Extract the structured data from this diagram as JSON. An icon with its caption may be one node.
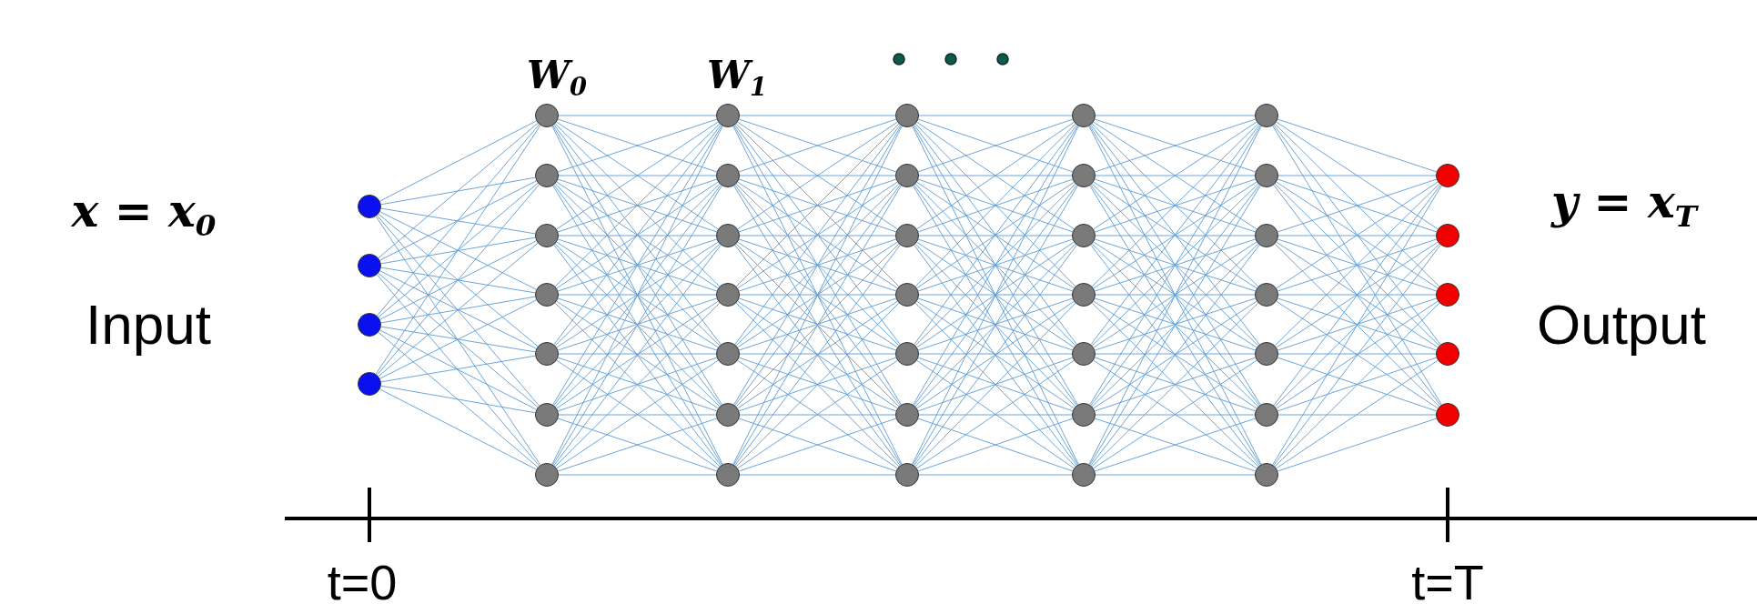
{
  "diagram": {
    "nodes": [
      {
        "text": [],
        "shape": "circle"
      },
      {
        "text": [],
        "shape": "circle"
      },
      {
        "text": [],
        "shape": "circle"
      },
      {
        "text": [],
        "shape": "circle"
      },
      {
        "text": [],
        "shape": "circle"
      },
      {
        "text": [],
        "shape": "circle"
      },
      {
        "text": [],
        "shape": "circle"
      },
      {
        "text": [],
        "shape": "circle"
      },
      {
        "text": [],
        "shape": "circle"
      },
      {
        "text": [],
        "shape": "circle"
      },
      {
        "text": [],
        "shape": "circle"
      },
      {
        "text": [],
        "shape": "circle"
      },
      {
        "text": [],
        "shape": "circle"
      },
      {
        "text": [],
        "shape": "circle"
      },
      {
        "text": [],
        "shape": "circle"
      },
      {
        "text": [],
        "shape": "circle"
      },
      {
        "text": [],
        "shape": "circle"
      },
      {
        "text": [],
        "shape": "circle"
      },
      {
        "text": [],
        "shape": "circle"
      },
      {
        "text": [],
        "shape": "circle"
      },
      {
        "text": [],
        "shape": "circle"
      },
      {
        "text": [],
        "shape": "circle"
      },
      {
        "text": [],
        "shape": "circle"
      },
      {
        "text": [],
        "shape": "circle"
      },
      {
        "text": [],
        "shape": "circle"
      },
      {
        "text": [],
        "shape": "circle"
      },
      {
        "text": [],
        "shape": "circle"
      },
      {
        "text": [],
        "shape": "circle"
      },
      {
        "text": [],
        "shape": "circle"
      },
      {
        "text": [],
        "shape": "circle"
      },
      {
        "text": [],
        "shape": "circle"
      },
      {
        "text": [],
        "shape": "circle"
      },
      {
        "text": [],
        "shape": "circle"
      },
      {
        "text": [],
        "shape": "circle"
      },
      {
        "text": [],
        "shape": "circle"
      },
      {
        "text": [],
        "shape": "circle"
      },
      {
        "text": [],
        "shape": "circle"
      },
      {
        "text": [],
        "shape": "circle"
      },
      {
        "text": [],
        "shape": "circle"
      },
      {
        "text": [],
        "shape": "circle"
      },
      {
        "text": [],
        "shape": "circle"
      },
      {
        "text": [],
        "shape": "circle"
      },
      {
        "text": [],
        "shape": "circle"
      },
      {
        "text": [],
        "shape": "circle"
      }
    ],
    "edges": [
      {
        "from": 0,
        "to": 4,
        "arrow": "none"
      },
      {
        "from": 0,
        "to": 5,
        "arrow": "none"
      },
      {
        "from": 0,
        "to": 6,
        "arrow": "none"
      },
      {
        "from": 0,
        "to": 7,
        "arrow": "none"
      },
      {
        "from": 0,
        "to": 8,
        "arrow": "none"
      },
      {
        "from": 0,
        "to": 9,
        "arrow": "none"
      },
      {
        "from": 0,
        "to": 10,
        "arrow": "none"
      },
      {
        "from": 1,
        "to": 4,
        "arrow": "none"
      },
      {
        "from": 1,
        "to": 5,
        "arrow": "none"
      },
      {
        "from": 1,
        "to": 6,
        "arrow": "none"
      },
      {
        "from": 1,
        "to": 7,
        "arrow": "none"
      },
      {
        "from": 1,
        "to": 8,
        "arrow": "none"
      },
      {
        "from": 1,
        "to": 9,
        "arrow": "none"
      },
      {
        "from": 1,
        "to": 10,
        "arrow": "none"
      },
      {
        "from": 2,
        "to": 4,
        "arrow": "none"
      },
      {
        "from": 2,
        "to": 5,
        "arrow": "none"
      },
      {
        "from": 2,
        "to": 6,
        "arrow": "none"
      },
      {
        "from": 2,
        "to": 7,
        "arrow": "none"
      },
      {
        "from": 2,
        "to": 8,
        "arrow": "none"
      },
      {
        "from": 2,
        "to": 9,
        "arrow": "none"
      },
      {
        "from": 2,
        "to": 10,
        "arrow": "none"
      },
      {
        "from": 3,
        "to": 4,
        "arrow": "none"
      },
      {
        "from": 3,
        "to": 5,
        "arrow": "none"
      },
      {
        "from": 3,
        "to": 6,
        "arrow": "none"
      },
      {
        "from": 3,
        "to": 7,
        "arrow": "none"
      },
      {
        "from": 3,
        "to": 8,
        "arrow": "none"
      },
      {
        "from": 3,
        "to": 9,
        "arrow": "none"
      },
      {
        "from": 3,
        "to": 10,
        "arrow": "none"
      },
      {
        "from": 4,
        "to": 11,
        "arrow": "none"
      },
      {
        "from": 4,
        "to": 12,
        "arrow": "none"
      },
      {
        "from": 4,
        "to": 13,
        "arrow": "none"
      },
      {
        "from": 4,
        "to": 14,
        "arrow": "none"
      },
      {
        "from": 4,
        "to": 15,
        "arrow": "none"
      },
      {
        "from": 4,
        "to": 16,
        "arrow": "none"
      },
      {
        "from": 4,
        "to": 17,
        "arrow": "none"
      },
      {
        "from": 5,
        "to": 11,
        "arrow": "none"
      },
      {
        "from": 5,
        "to": 12,
        "arrow": "none"
      },
      {
        "from": 5,
        "to": 13,
        "arrow": "none"
      },
      {
        "from": 5,
        "to": 14,
        "arrow": "none"
      },
      {
        "from": 5,
        "to": 15,
        "arrow": "none"
      },
      {
        "from": 5,
        "to": 16,
        "arrow": "none"
      },
      {
        "from": 5,
        "to": 17,
        "arrow": "none"
      },
      {
        "from": 6,
        "to": 11,
        "arrow": "none"
      },
      {
        "from": 6,
        "to": 12,
        "arrow": "none"
      },
      {
        "from": 6,
        "to": 13,
        "arrow": "none"
      },
      {
        "from": 6,
        "to": 14,
        "arrow": "none"
      },
      {
        "from": 6,
        "to": 15,
        "arrow": "none"
      },
      {
        "from": 6,
        "to": 16,
        "arrow": "none"
      },
      {
        "from": 6,
        "to": 17,
        "arrow": "none"
      },
      {
        "from": 7,
        "to": 11,
        "arrow": "none"
      },
      {
        "from": 7,
        "to": 12,
        "arrow": "none"
      },
      {
        "from": 7,
        "to": 13,
        "arrow": "none"
      },
      {
        "from": 7,
        "to": 14,
        "arrow": "none"
      },
      {
        "from": 7,
        "to": 15,
        "arrow": "none"
      },
      {
        "from": 7,
        "to": 16,
        "arrow": "none"
      },
      {
        "from": 7,
        "to": 17,
        "arrow": "none"
      },
      {
        "from": 8,
        "to": 11,
        "arrow": "none"
      },
      {
        "from": 8,
        "to": 12,
        "arrow": "none"
      },
      {
        "from": 8,
        "to": 13,
        "arrow": "none"
      },
      {
        "from": 8,
        "to": 14,
        "arrow": "none"
      },
      {
        "from": 8,
        "to": 15,
        "arrow": "none"
      },
      {
        "from": 8,
        "to": 16,
        "arrow": "none"
      },
      {
        "from": 8,
        "to": 17,
        "arrow": "none"
      },
      {
        "from": 9,
        "to": 11,
        "arrow": "none"
      },
      {
        "from": 9,
        "to": 12,
        "arrow": "none"
      },
      {
        "from": 9,
        "to": 13,
        "arrow": "none"
      },
      {
        "from": 9,
        "to": 14,
        "arrow": "none"
      },
      {
        "from": 9,
        "to": 15,
        "arrow": "none"
      },
      {
        "from": 9,
        "to": 16,
        "arrow": "none"
      },
      {
        "from": 9,
        "to": 17,
        "arrow": "none"
      },
      {
        "from": 10,
        "to": 11,
        "arrow": "none"
      },
      {
        "from": 10,
        "to": 12,
        "arrow": "none"
      },
      {
        "from": 10,
        "to": 13,
        "arrow": "none"
      },
      {
        "from": 10,
        "to": 14,
        "arrow": "none"
      },
      {
        "from": 10,
        "to": 15,
        "arrow": "none"
      },
      {
        "from": 10,
        "to": 16,
        "arrow": "none"
      },
      {
        "from": 10,
        "to": 17,
        "arrow": "none"
      },
      {
        "from": 11,
        "to": 18,
        "arrow": "none"
      },
      {
        "from": 11,
        "to": 19,
        "arrow": "none"
      },
      {
        "from": 11,
        "to": 20,
        "arrow": "none"
      },
      {
        "from": 11,
        "to": 21,
        "arrow": "none"
      },
      {
        "from": 11,
        "to": 22,
        "arrow": "none"
      },
      {
        "from": 11,
        "to": 23,
        "arrow": "none"
      },
      {
        "from": 11,
        "to": 24,
        "arrow": "none"
      },
      {
        "from": 12,
        "to": 18,
        "arrow": "none"
      },
      {
        "from": 12,
        "to": 19,
        "arrow": "none"
      },
      {
        "from": 12,
        "to": 20,
        "arrow": "none"
      },
      {
        "from": 12,
        "to": 21,
        "arrow": "none"
      },
      {
        "from": 12,
        "to": 22,
        "arrow": "none"
      },
      {
        "from": 12,
        "to": 23,
        "arrow": "none"
      },
      {
        "from": 12,
        "to": 24,
        "arrow": "none"
      },
      {
        "from": 13,
        "to": 18,
        "arrow": "none"
      },
      {
        "from": 13,
        "to": 19,
        "arrow": "none"
      },
      {
        "from": 13,
        "to": 20,
        "arrow": "none"
      },
      {
        "from": 13,
        "to": 21,
        "arrow": "none"
      },
      {
        "from": 13,
        "to": 22,
        "arrow": "none"
      },
      {
        "from": 13,
        "to": 23,
        "arrow": "none"
      },
      {
        "from": 13,
        "to": 24,
        "arrow": "none"
      },
      {
        "from": 14,
        "to": 18,
        "arrow": "none"
      },
      {
        "from": 14,
        "to": 19,
        "arrow": "none"
      },
      {
        "from": 14,
        "to": 20,
        "arrow": "none"
      },
      {
        "from": 14,
        "to": 21,
        "arrow": "none"
      },
      {
        "from": 14,
        "to": 22,
        "arrow": "none"
      },
      {
        "from": 14,
        "to": 23,
        "arrow": "none"
      },
      {
        "from": 14,
        "to": 24,
        "arrow": "none"
      },
      {
        "from": 15,
        "to": 18,
        "arrow": "none"
      },
      {
        "from": 15,
        "to": 19,
        "arrow": "none"
      },
      {
        "from": 15,
        "to": 20,
        "arrow": "none"
      },
      {
        "from": 15,
        "to": 21,
        "arrow": "none"
      },
      {
        "from": 15,
        "to": 22,
        "arrow": "none"
      },
      {
        "from": 15,
        "to": 23,
        "arrow": "none"
      },
      {
        "from": 15,
        "to": 24,
        "arrow": "none"
      },
      {
        "from": 16,
        "to": 18,
        "arrow": "none"
      },
      {
        "from": 16,
        "to": 19,
        "arrow": "none"
      },
      {
        "from": 16,
        "to": 20,
        "arrow": "none"
      },
      {
        "from": 16,
        "to": 21,
        "arrow": "none"
      },
      {
        "from": 16,
        "to": 22,
        "arrow": "none"
      },
      {
        "from": 16,
        "to": 23,
        "arrow": "none"
      },
      {
        "from": 16,
        "to": 24,
        "arrow": "none"
      },
      {
        "from": 17,
        "to": 18,
        "arrow": "none"
      },
      {
        "from": 17,
        "to": 19,
        "arrow": "none"
      },
      {
        "from": 17,
        "to": 20,
        "arrow": "none"
      },
      {
        "from": 17,
        "to": 21,
        "arrow": "none"
      },
      {
        "from": 17,
        "to": 22,
        "arrow": "none"
      },
      {
        "from": 17,
        "to": 23,
        "arrow": "none"
      },
      {
        "from": 17,
        "to": 24,
        "arrow": "none"
      },
      {
        "from": 18,
        "to": 25,
        "arrow": "none"
      },
      {
        "from": 18,
        "to": 26,
        "arrow": "none"
      },
      {
        "from": 18,
        "to": 27,
        "arrow": "none"
      },
      {
        "from": 18,
        "to": 28,
        "arrow": "none"
      },
      {
        "from": 18,
        "to": 29,
        "arrow": "none"
      },
      {
        "from": 18,
        "to": 30,
        "arrow": "none"
      },
      {
        "from": 18,
        "to": 31,
        "arrow": "none"
      },
      {
        "from": 19,
        "to": 25,
        "arrow": "none"
      },
      {
        "from": 19,
        "to": 26,
        "arrow": "none"
      },
      {
        "from": 19,
        "to": 27,
        "arrow": "none"
      },
      {
        "from": 19,
        "to": 28,
        "arrow": "none"
      },
      {
        "from": 19,
        "to": 29,
        "arrow": "none"
      },
      {
        "from": 19,
        "to": 30,
        "arrow": "none"
      },
      {
        "from": 19,
        "to": 31,
        "arrow": "none"
      },
      {
        "from": 20,
        "to": 25,
        "arrow": "none"
      },
      {
        "from": 20,
        "to": 26,
        "arrow": "none"
      },
      {
        "from": 20,
        "to": 27,
        "arrow": "none"
      },
      {
        "from": 20,
        "to": 28,
        "arrow": "none"
      },
      {
        "from": 20,
        "to": 29,
        "arrow": "none"
      },
      {
        "from": 20,
        "to": 30,
        "arrow": "none"
      },
      {
        "from": 20,
        "to": 31,
        "arrow": "none"
      },
      {
        "from": 21,
        "to": 25,
        "arrow": "none"
      },
      {
        "from": 21,
        "to": 26,
        "arrow": "none"
      },
      {
        "from": 21,
        "to": 27,
        "arrow": "none"
      },
      {
        "from": 21,
        "to": 28,
        "arrow": "none"
      },
      {
        "from": 21,
        "to": 29,
        "arrow": "none"
      },
      {
        "from": 21,
        "to": 30,
        "arrow": "none"
      },
      {
        "from": 21,
        "to": 31,
        "arrow": "none"
      },
      {
        "from": 22,
        "to": 25,
        "arrow": "none"
      },
      {
        "from": 22,
        "to": 26,
        "arrow": "none"
      },
      {
        "from": 22,
        "to": 27,
        "arrow": "none"
      },
      {
        "from": 22,
        "to": 28,
        "arrow": "none"
      },
      {
        "from": 22,
        "to": 29,
        "arrow": "none"
      },
      {
        "from": 22,
        "to": 30,
        "arrow": "none"
      },
      {
        "from": 22,
        "to": 31,
        "arrow": "none"
      },
      {
        "from": 23,
        "to": 25,
        "arrow": "none"
      },
      {
        "from": 23,
        "to": 26,
        "arrow": "none"
      },
      {
        "from": 23,
        "to": 27,
        "arrow": "none"
      },
      {
        "from": 23,
        "to": 28,
        "arrow": "none"
      },
      {
        "from": 23,
        "to": 29,
        "arrow": "none"
      },
      {
        "from": 23,
        "to": 30,
        "arrow": "none"
      },
      {
        "from": 23,
        "to": 31,
        "arrow": "none"
      },
      {
        "from": 24,
        "to": 25,
        "arrow": "none"
      },
      {
        "from": 24,
        "to": 26,
        "arrow": "none"
      },
      {
        "from": 24,
        "to": 27,
        "arrow": "none"
      },
      {
        "from": 24,
        "to": 28,
        "arrow": "none"
      },
      {
        "from": 24,
        "to": 29,
        "arrow": "none"
      },
      {
        "from": 24,
        "to": 30,
        "arrow": "none"
      },
      {
        "from": 24,
        "to": 31,
        "arrow": "none"
      },
      {
        "from": 25,
        "to": 32,
        "arrow": "none"
      },
      {
        "from": 25,
        "to": 33,
        "arrow": "none"
      },
      {
        "from": 25,
        "to": 34,
        "arrow": "none"
      },
      {
        "from": 25,
        "to": 35,
        "arrow": "none"
      },
      {
        "from": 25,
        "to": 36,
        "arrow": "none"
      },
      {
        "from": 25,
        "to": 37,
        "arrow": "none"
      },
      {
        "from": 25,
        "to": 38,
        "arrow": "none"
      },
      {
        "from": 26,
        "to": 32,
        "arrow": "none"
      },
      {
        "from": 26,
        "to": 33,
        "arrow": "none"
      },
      {
        "from": 26,
        "to": 34,
        "arrow": "none"
      },
      {
        "from": 26,
        "to": 35,
        "arrow": "none"
      },
      {
        "from": 26,
        "to": 36,
        "arrow": "none"
      },
      {
        "from": 26,
        "to": 37,
        "arrow": "none"
      },
      {
        "from": 26,
        "to": 38,
        "arrow": "none"
      },
      {
        "from": 27,
        "to": 32,
        "arrow": "none"
      },
      {
        "from": 27,
        "to": 33,
        "arrow": "none"
      },
      {
        "from": 27,
        "to": 34,
        "arrow": "none"
      },
      {
        "from": 27,
        "to": 35,
        "arrow": "none"
      },
      {
        "from": 27,
        "to": 36,
        "arrow": "none"
      },
      {
        "from": 27,
        "to": 37,
        "arrow": "none"
      },
      {
        "from": 27,
        "to": 38,
        "arrow": "none"
      },
      {
        "from": 28,
        "to": 32,
        "arrow": "none"
      },
      {
        "from": 28,
        "to": 33,
        "arrow": "none"
      },
      {
        "from": 28,
        "to": 34,
        "arrow": "none"
      },
      {
        "from": 28,
        "to": 35,
        "arrow": "none"
      },
      {
        "from": 28,
        "to": 36,
        "arrow": "none"
      },
      {
        "from": 28,
        "to": 37,
        "arrow": "none"
      },
      {
        "from": 28,
        "to": 38,
        "arrow": "none"
      },
      {
        "from": 29,
        "to": 32,
        "arrow": "none"
      },
      {
        "from": 29,
        "to": 33,
        "arrow": "none"
      },
      {
        "from": 29,
        "to": 34,
        "arrow": "none"
      },
      {
        "from": 29,
        "to": 35,
        "arrow": "none"
      },
      {
        "from": 29,
        "to": 36,
        "arrow": "none"
      },
      {
        "from": 29,
        "to": 37,
        "arrow": "none"
      },
      {
        "from": 29,
        "to": 38,
        "arrow": "none"
      },
      {
        "from": 30,
        "to": 32,
        "arrow": "none"
      },
      {
        "from": 30,
        "to": 33,
        "arrow": "none"
      },
      {
        "from": 30,
        "to": 34,
        "arrow": "none"
      },
      {
        "from": 30,
        "to": 35,
        "arrow": "none"
      },
      {
        "from": 30,
        "to": 36,
        "arrow": "none"
      },
      {
        "from": 30,
        "to": 37,
        "arrow": "none"
      },
      {
        "from": 30,
        "to": 38,
        "arrow": "none"
      },
      {
        "from": 31,
        "to": 32,
        "arrow": "none"
      },
      {
        "from": 31,
        "to": 33,
        "arrow": "none"
      },
      {
        "from": 31,
        "to": 34,
        "arrow": "none"
      },
      {
        "from": 31,
        "to": 35,
        "arrow": "none"
      },
      {
        "from": 31,
        "to": 36,
        "arrow": "none"
      },
      {
        "from": 31,
        "to": 37,
        "arrow": "none"
      },
      {
        "from": 31,
        "to": 38,
        "arrow": "none"
      },
      {
        "from": 32,
        "to": 39,
        "arrow": "none"
      },
      {
        "from": 32,
        "to": 40,
        "arrow": "none"
      },
      {
        "from": 32,
        "to": 41,
        "arrow": "none"
      },
      {
        "from": 32,
        "to": 42,
        "arrow": "none"
      },
      {
        "from": 32,
        "to": 43,
        "arrow": "none"
      },
      {
        "from": 33,
        "to": 39,
        "arrow": "none"
      },
      {
        "from": 33,
        "to": 40,
        "arrow": "none"
      },
      {
        "from": 33,
        "to": 41,
        "arrow": "none"
      },
      {
        "from": 33,
        "to": 42,
        "arrow": "none"
      },
      {
        "from": 33,
        "to": 43,
        "arrow": "none"
      },
      {
        "from": 34,
        "to": 39,
        "arrow": "none"
      },
      {
        "from": 34,
        "to": 40,
        "arrow": "none"
      },
      {
        "from": 34,
        "to": 41,
        "arrow": "none"
      },
      {
        "from": 34,
        "to": 42,
        "arrow": "none"
      },
      {
        "from": 34,
        "to": 43,
        "arrow": "none"
      },
      {
        "from": 35,
        "to": 39,
        "arrow": "none"
      },
      {
        "from": 35,
        "to": 40,
        "arrow": "none"
      },
      {
        "from": 35,
        "to": 41,
        "arrow": "none"
      },
      {
        "from": 35,
        "to": 42,
        "arrow": "none"
      },
      {
        "from": 35,
        "to": 43,
        "arrow": "none"
      },
      {
        "from": 36,
        "to": 39,
        "arrow": "none"
      },
      {
        "from": 36,
        "to": 40,
        "arrow": "none"
      },
      {
        "from": 36,
        "to": 41,
        "arrow": "none"
      },
      {
        "from": 36,
        "to": 42,
        "arrow": "none"
      },
      {
        "from": 36,
        "to": 43,
        "arrow": "none"
      },
      {
        "from": 37,
        "to": 39,
        "arrow": "none"
      },
      {
        "from": 37,
        "to": 40,
        "arrow": "none"
      },
      {
        "from": 37,
        "to": 41,
        "arrow": "none"
      },
      {
        "from": 37,
        "to": 42,
        "arrow": "none"
      },
      {
        "from": 37,
        "to": 43,
        "arrow": "none"
      },
      {
        "from": 38,
        "to": 39,
        "arrow": "none"
      },
      {
        "from": 38,
        "to": 40,
        "arrow": "none"
      },
      {
        "from": 38,
        "to": 41,
        "arrow": "none"
      },
      {
        "from": 38,
        "to": 42,
        "arrow": "none"
      },
      {
        "from": 38,
        "to": 43,
        "arrow": "none"
      }
    ],
    "labels": [
      "W$_{0}$",
      "W$_{1}$",
      "x = x$_{0}$",
      "y = x$_{T}$",
      "Input",
      "Output",
      "t=0",
      "t=T"
    ]
  }
}
